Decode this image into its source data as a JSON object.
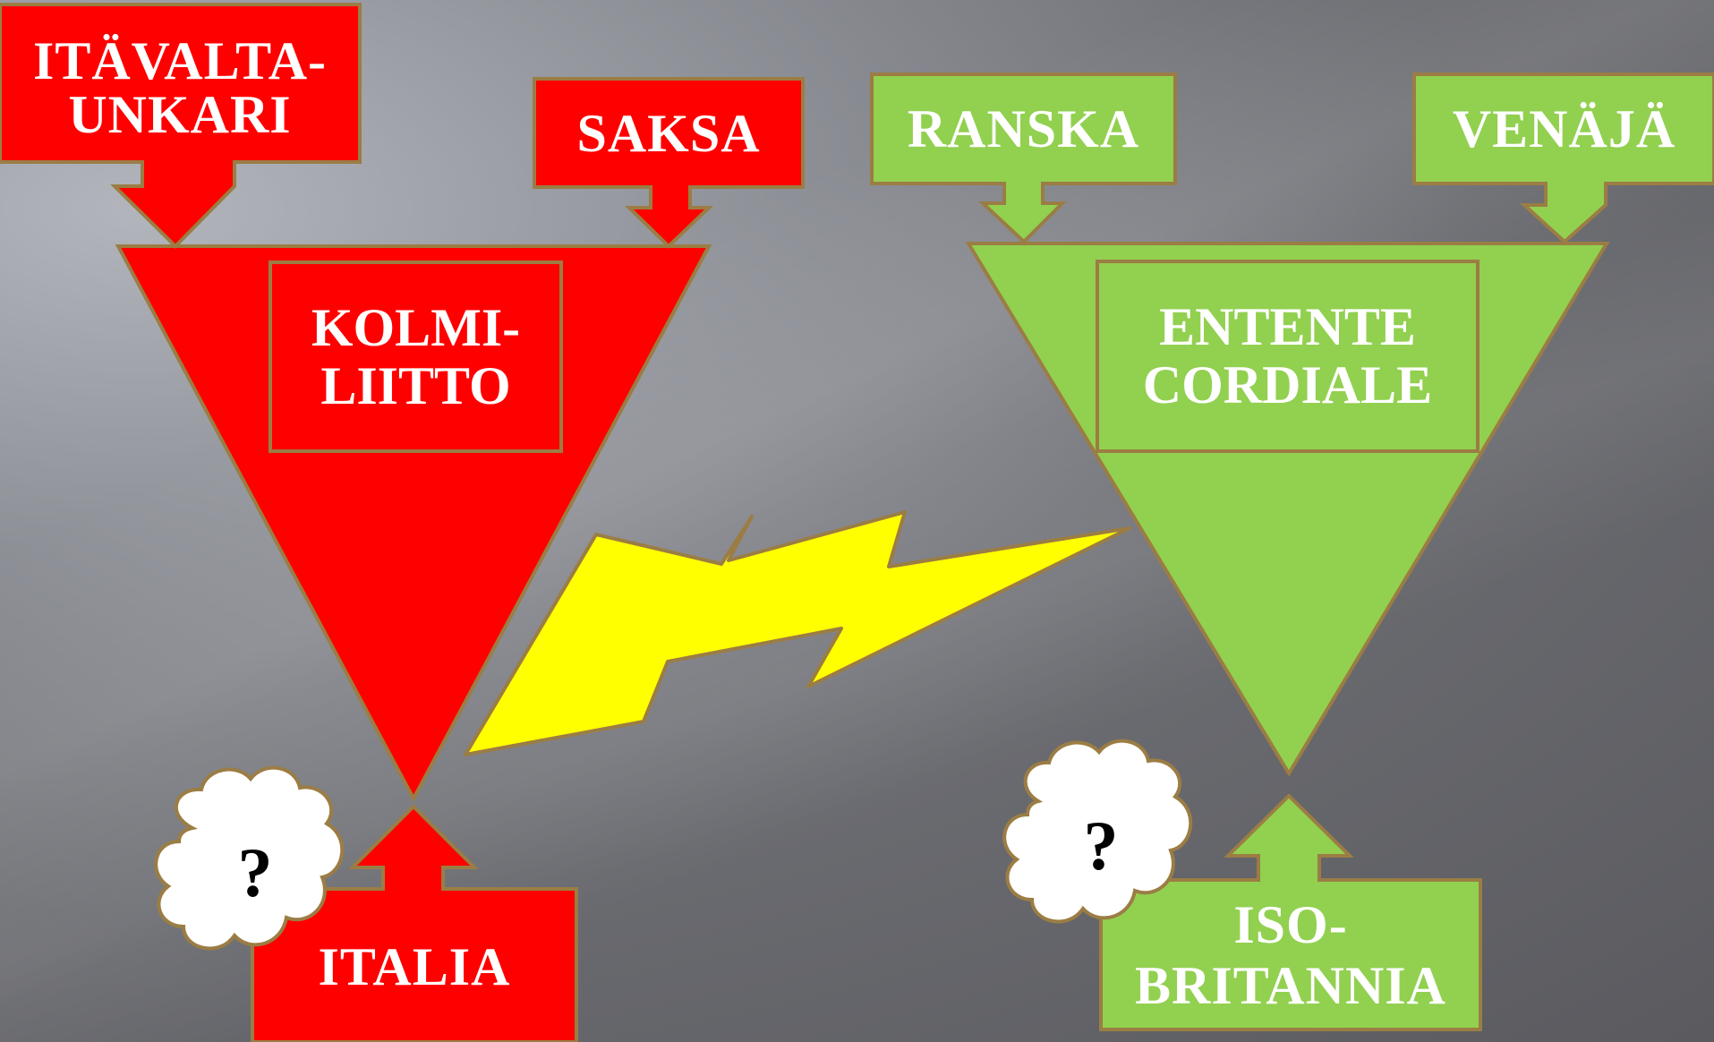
{
  "colors": {
    "red": "#ff0000",
    "green": "#92d050",
    "outline": "#9b7d44",
    "lightning": "#ffff00",
    "cloud": "#ffffff"
  },
  "left_alliance": {
    "name": "KOLMI-\nLIITTO",
    "members": [
      "ITÄVALTA-\nUNKARI",
      "SAKSA"
    ],
    "uncertain_member": "ITALIA"
  },
  "right_alliance": {
    "name": "ENTENTE\nCORDIALE",
    "members": [
      "RANSKA",
      "VENÄJÄ"
    ],
    "uncertain_member": "ISO-\nBRITANNIA"
  },
  "question_mark": "?"
}
